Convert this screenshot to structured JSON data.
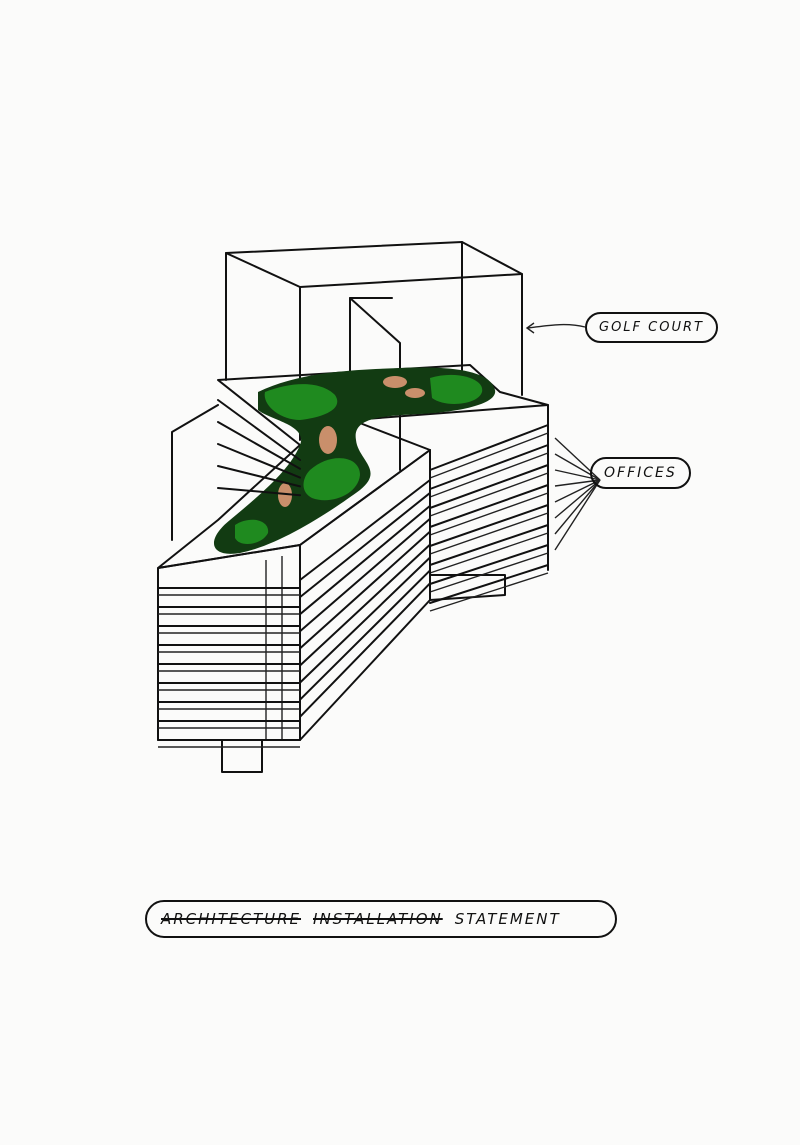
{
  "labels": {
    "golf_court": "GOLF COURT",
    "offices": "OFFICES"
  },
  "statement": {
    "struck_words": [
      "ARCHITECTURE",
      "INSTALLATION"
    ],
    "final_word": "STATEMENT"
  },
  "colors": {
    "ink": "#111111",
    "fairway": "#1f8a1f",
    "rough": "#123b12",
    "sand": "#c98f6b",
    "paper": "#fbfbfa"
  }
}
